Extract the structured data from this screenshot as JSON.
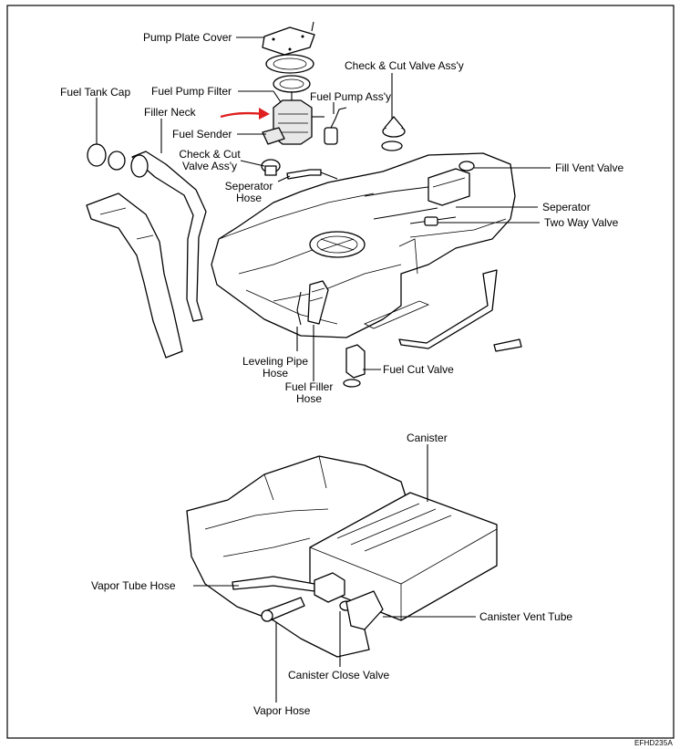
{
  "labels": {
    "pump_plate_cover": "Pump Plate Cover",
    "fuel_pump_filter": "Fuel Pump Filter",
    "fuel_tank_cap": "Fuel Tank Cap",
    "filler_neck": "Filler Neck",
    "fuel_sender": "Fuel Sender",
    "check_cut_valve_top": "Check & Cut Valve Ass'y",
    "fuel_pump_assy": "Fuel Pump Ass'y",
    "check_cut_valve_left_1": "Check & Cut",
    "check_cut_valve_left_2": "Valve Ass'y",
    "fill_vent_valve": "Fill Vent Valve",
    "seperator_hose_1": "Seperator",
    "seperator_hose_2": "Hose",
    "seperator": "Seperator",
    "two_way_valve": "Two Way Valve",
    "leveling_pipe_hose_1": "Leveling Pipe",
    "leveling_pipe_hose_2": "Hose",
    "fuel_cut_valve": "Fuel Cut Valve",
    "fuel_filler_hose_1": "Fuel Filler",
    "fuel_filler_hose_2": "Hose",
    "canister": "Canister",
    "vapor_tube_hose": "Vapor Tube Hose",
    "canister_vent_tube": "Canister Vent Tube",
    "canister_close_valve": "Canister Close Valve",
    "vapor_hose": "Vapor Hose"
  },
  "figure_code": "EFHD235A",
  "annotation_arrow_color": "#e02020"
}
